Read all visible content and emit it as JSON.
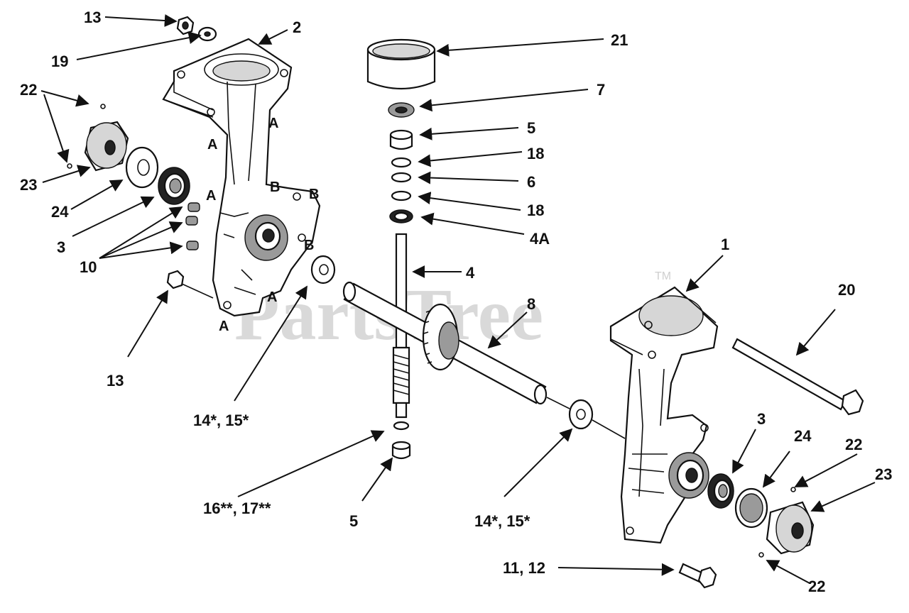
{
  "watermark": {
    "text": "PartsTree",
    "trademark": "TM"
  },
  "callouts": [
    {
      "id": "c13a",
      "text": "13"
    },
    {
      "id": "c19",
      "text": "19"
    },
    {
      "id": "c2",
      "text": "2"
    },
    {
      "id": "c22a",
      "text": "22"
    },
    {
      "id": "c23a",
      "text": "23"
    },
    {
      "id": "c24a",
      "text": "24"
    },
    {
      "id": "c3a",
      "text": "3"
    },
    {
      "id": "c10",
      "text": "10"
    },
    {
      "id": "c13b",
      "text": "13"
    },
    {
      "id": "c14a",
      "text": "14*, 15*"
    },
    {
      "id": "c21",
      "text": "21"
    },
    {
      "id": "c7",
      "text": "7"
    },
    {
      "id": "c5a",
      "text": "5"
    },
    {
      "id": "c18a",
      "text": "18"
    },
    {
      "id": "c6",
      "text": "6"
    },
    {
      "id": "c18b",
      "text": "18"
    },
    {
      "id": "c4a",
      "text": "4A"
    },
    {
      "id": "c4",
      "text": "4"
    },
    {
      "id": "c8",
      "text": "8"
    },
    {
      "id": "c16",
      "text": "16**, 17**"
    },
    {
      "id": "c5b",
      "text": "5"
    },
    {
      "id": "c14b",
      "text": "14*, 15*"
    },
    {
      "id": "c1",
      "text": "1"
    },
    {
      "id": "c20",
      "text": "20"
    },
    {
      "id": "c3b",
      "text": "3"
    },
    {
      "id": "c24b",
      "text": "24"
    },
    {
      "id": "c22b",
      "text": "22"
    },
    {
      "id": "c23b",
      "text": "23"
    },
    {
      "id": "c11",
      "text": "11, 12"
    },
    {
      "id": "c22c",
      "text": "22"
    }
  ],
  "letters": {
    "a1": "A",
    "a2": "A",
    "a3": "A",
    "a4": "A",
    "a5": "A",
    "b1": "B",
    "b2": "B",
    "b3": "B"
  }
}
